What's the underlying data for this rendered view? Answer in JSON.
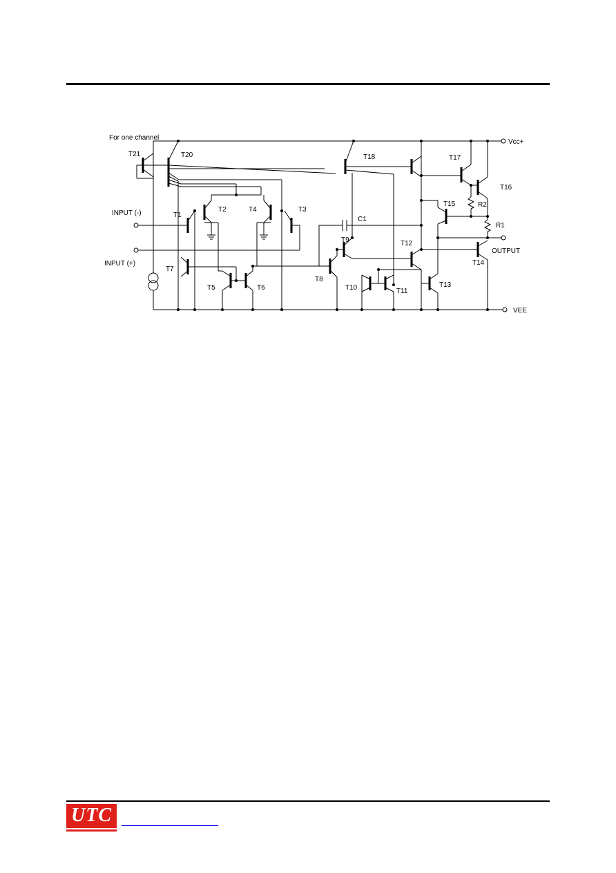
{
  "schematic": {
    "caption": "For one channel",
    "labels": {
      "T21": "T21",
      "T20": "T20",
      "T18": "T18",
      "T17": "T17",
      "T16": "T16",
      "T15": "T15",
      "T1": "T1",
      "T2": "T2",
      "T3": "T3",
      "T4": "T4",
      "T5": "T5",
      "T6": "T6",
      "T7": "T7",
      "T8": "T8",
      "T9": "T9",
      "T10": "T10",
      "T11": "T11",
      "T12": "T12",
      "T13": "T13",
      "T14": "T14",
      "R1": "R1",
      "R2": "R2",
      "C1": "C1",
      "input_neg": "INPUT (-)",
      "input_pos": "INPUT (+)",
      "vcc": "Vcc+",
      "vee": "VEE",
      "output": "OUTPUT"
    }
  },
  "footer": {
    "logo_text": "UTC",
    "logo_color": "#e0201b",
    "link_color": "#0000ee"
  }
}
